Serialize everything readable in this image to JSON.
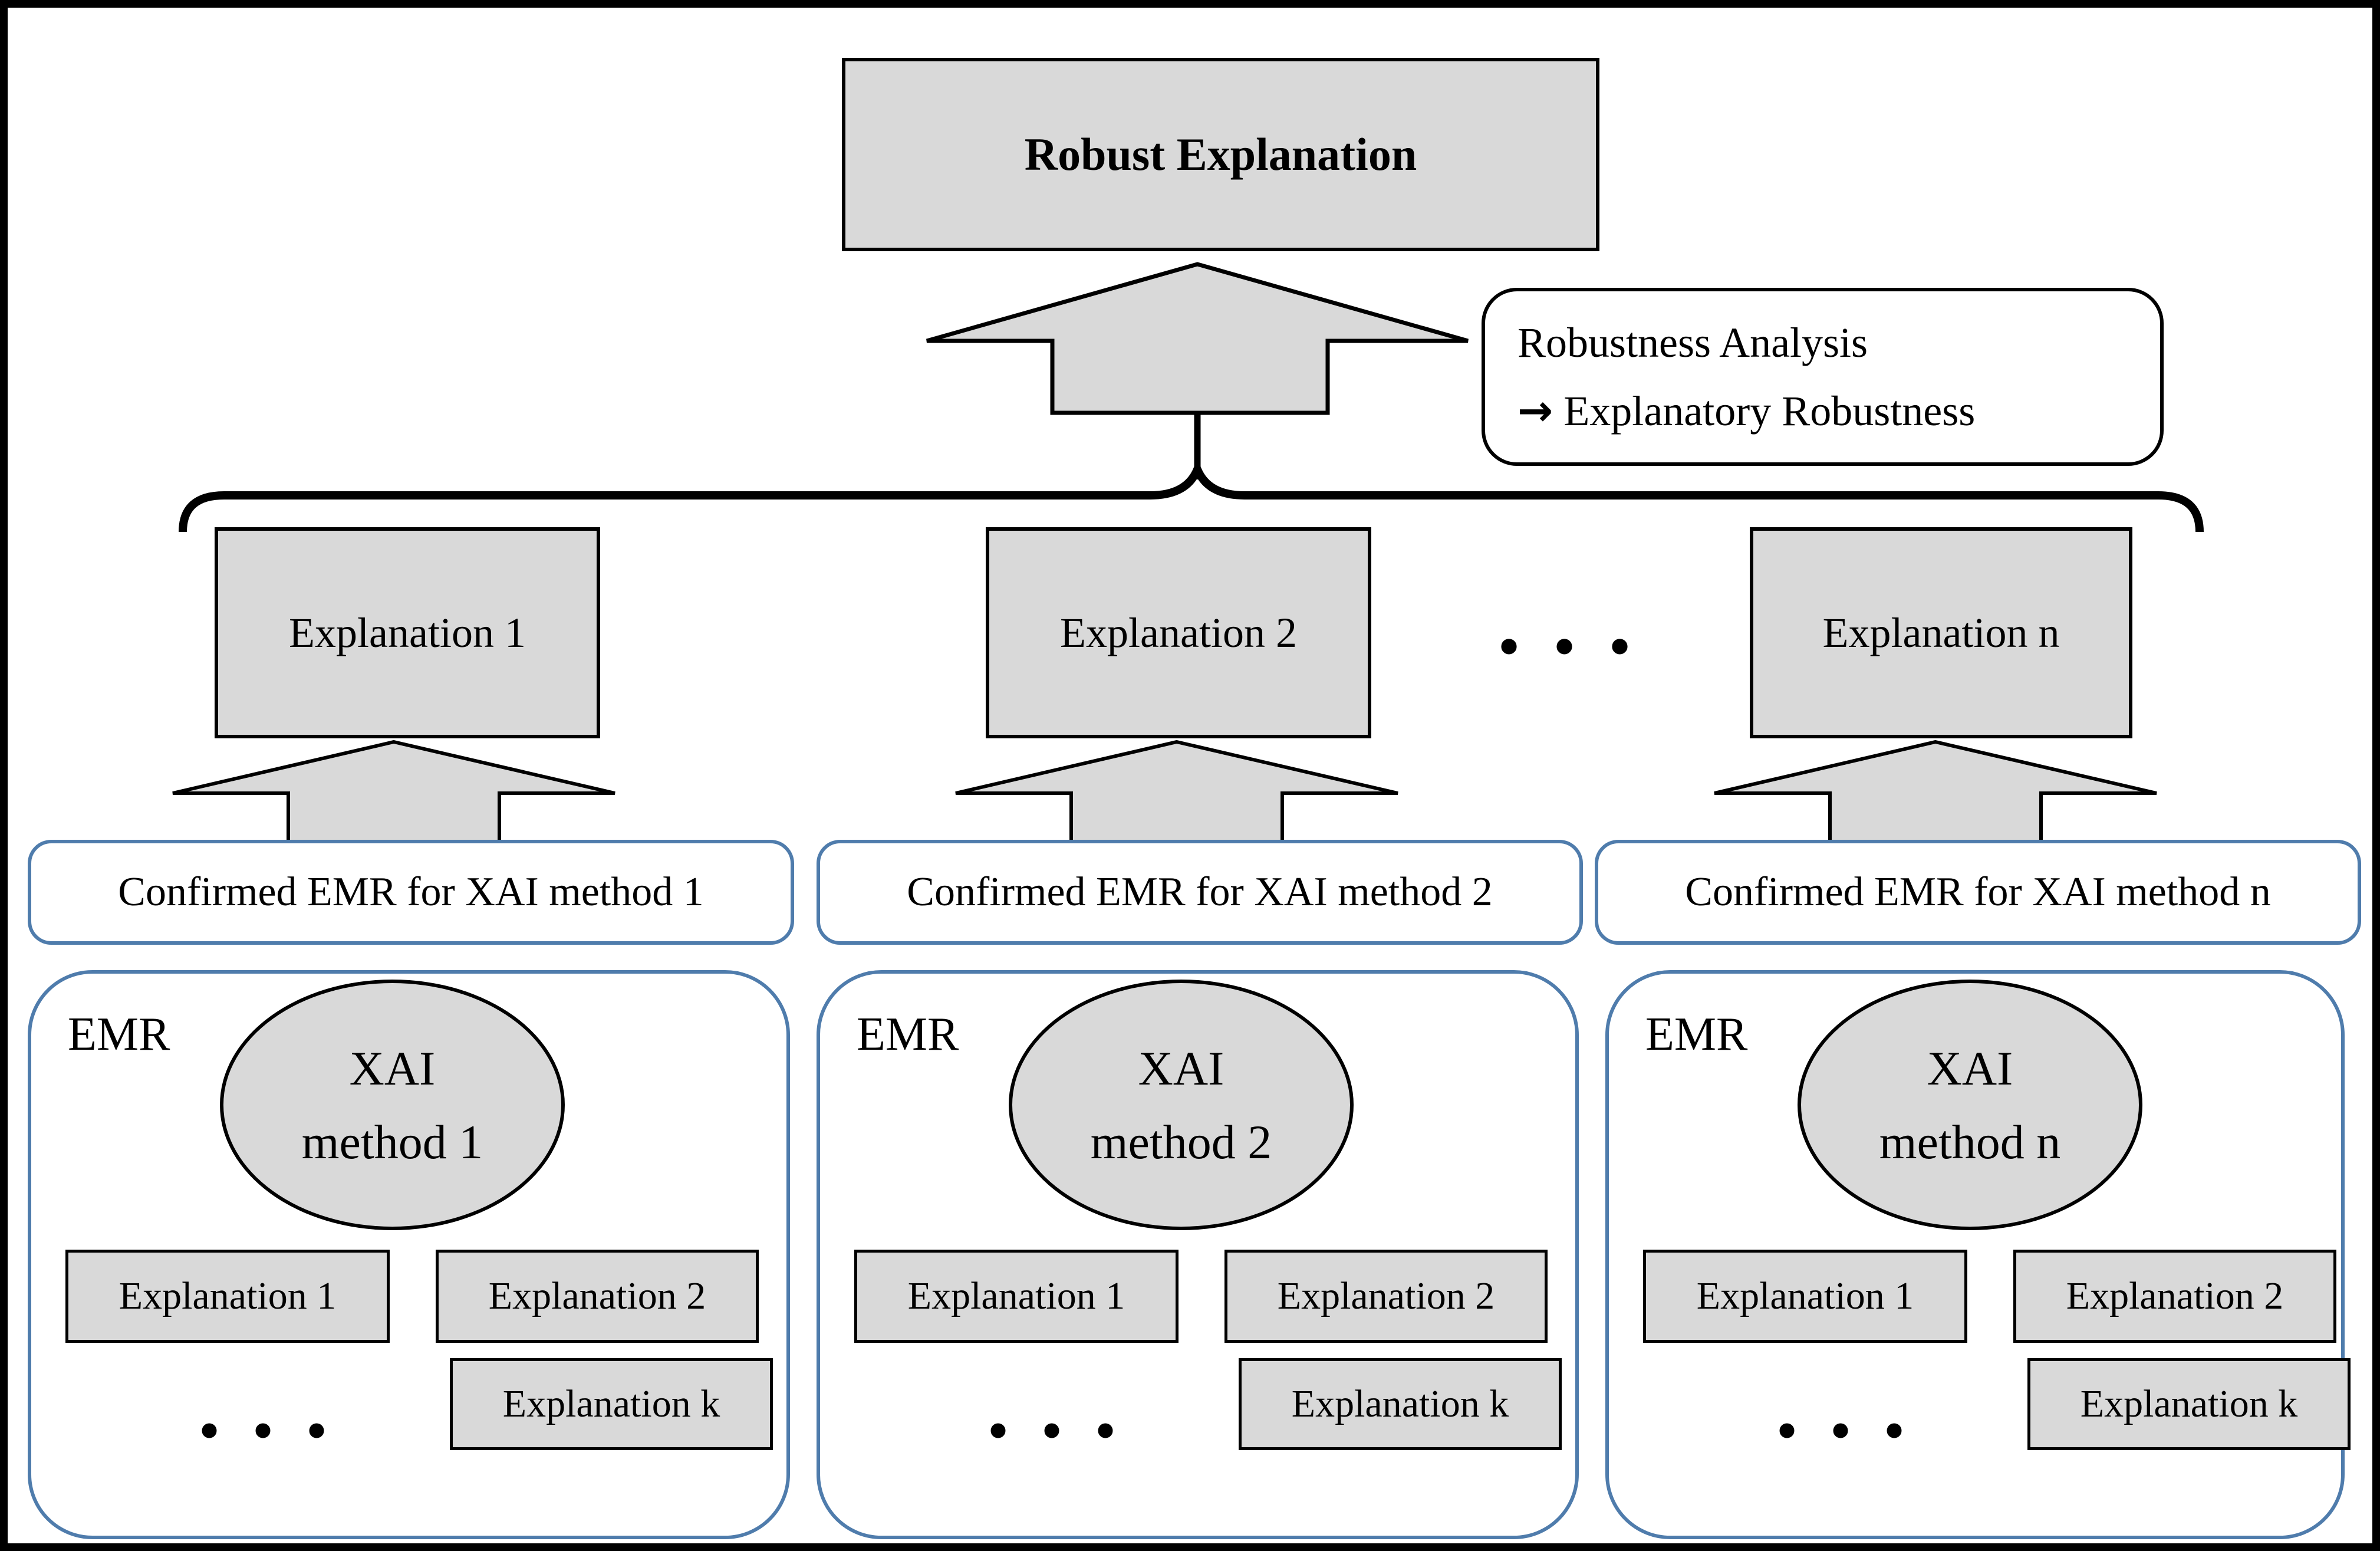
{
  "colors": {
    "fill_gray": "#D9D9D9",
    "line_black": "#000000",
    "accent_blue": "#4F7CAC"
  },
  "top_box": {
    "label": "Robust Explanation"
  },
  "robustness_note": {
    "line1": "Robustness Analysis",
    "arrow": "→",
    "line2": "Explanatory Robustness"
  },
  "explanation_row": {
    "box1": "Explanation 1",
    "box2": "Explanation 2",
    "ellipsis": "• • •",
    "box_n": "Explanation n"
  },
  "confirmed_row": {
    "method1": "Confirmed EMR for XAI method 1",
    "method2": "Confirmed EMR for XAI method 2",
    "method_n": "Confirmed EMR for XAI method n"
  },
  "emr_groups": [
    {
      "label": "EMR",
      "ellipse_line1": "XAI",
      "ellipse_line2": "method 1",
      "box1": "Explanation 1",
      "box2": "Explanation 2",
      "box_k": "Explanation k",
      "ellipsis": "• • •"
    },
    {
      "label": "EMR",
      "ellipse_line1": "XAI",
      "ellipse_line2": "method 2",
      "box1": "Explanation 1",
      "box2": "Explanation 2",
      "box_k": "Explanation k",
      "ellipsis": "• • •"
    },
    {
      "label": "EMR",
      "ellipse_line1": "XAI",
      "ellipse_line2": "method n",
      "box1": "Explanation 1",
      "box2": "Explanation 2",
      "box_k": "Explanation k",
      "ellipsis": "• • •"
    }
  ]
}
